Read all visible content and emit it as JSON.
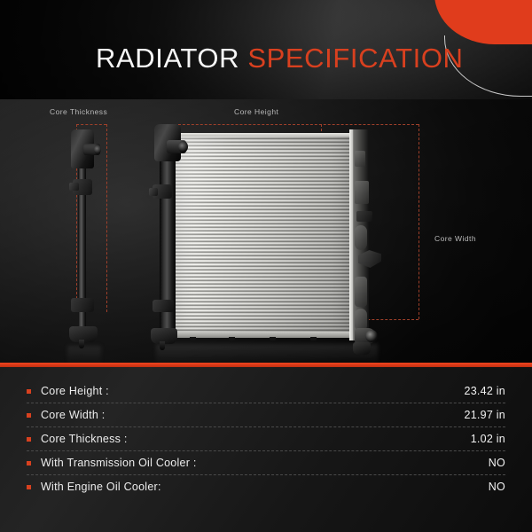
{
  "header": {
    "title_part1": "RADIATOR ",
    "title_part2": "SPECIFICATION",
    "accent_color": "#d9401f"
  },
  "diagram": {
    "labels": {
      "core_thickness": "Core Thickness",
      "core_height": "Core Height",
      "core_width": "Core Width"
    },
    "guide_color": "#a0402a"
  },
  "specs": {
    "rows": [
      {
        "label": "Core Height :",
        "value": "23.42 in"
      },
      {
        "label": "Core Width :",
        "value": "21.97 in"
      },
      {
        "label": "Core Thickness :",
        "value": "1.02 in"
      },
      {
        "label": "With Transmission Oil Cooler :",
        "value": "NO"
      },
      {
        "label": "With Engine Oil Cooler:",
        "value": "NO"
      }
    ],
    "bullet_color": "#d8411f",
    "divider_color": "#f0451f"
  }
}
